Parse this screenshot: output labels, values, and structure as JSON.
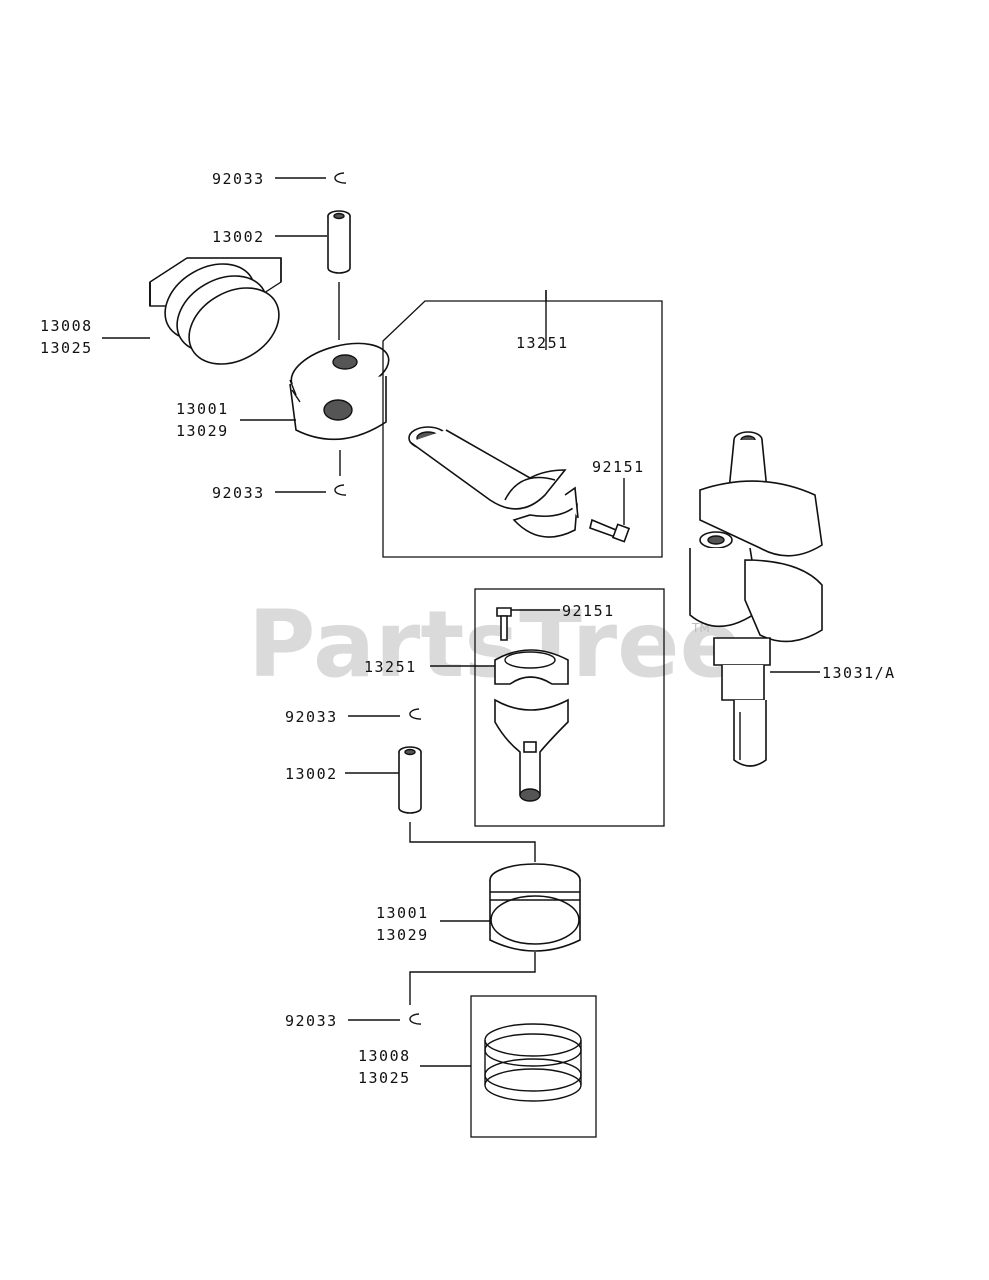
{
  "watermark": {
    "text": "PartsTree",
    "tm": "TM"
  },
  "callouts": [
    {
      "id": "c1",
      "lines": [
        "92033"
      ]
    },
    {
      "id": "c2",
      "lines": [
        "13002"
      ]
    },
    {
      "id": "c3",
      "lines": [
        "13008",
        "13025"
      ]
    },
    {
      "id": "c4",
      "lines": [
        "13001",
        "13029"
      ]
    },
    {
      "id": "c5",
      "lines": [
        "92033"
      ]
    },
    {
      "id": "c6",
      "lines": [
        "13251"
      ]
    },
    {
      "id": "c7",
      "lines": [
        "92151"
      ]
    },
    {
      "id": "c8",
      "lines": [
        "92151"
      ]
    },
    {
      "id": "c9",
      "lines": [
        "13251"
      ]
    },
    {
      "id": "c10",
      "lines": [
        "13031/A"
      ]
    },
    {
      "id": "c11",
      "lines": [
        "92033"
      ]
    },
    {
      "id": "c12",
      "lines": [
        "13002"
      ]
    },
    {
      "id": "c13",
      "lines": [
        "13001",
        "13029"
      ]
    },
    {
      "id": "c14",
      "lines": [
        "92033"
      ]
    },
    {
      "id": "c15",
      "lines": [
        "13008",
        "13025"
      ]
    }
  ]
}
